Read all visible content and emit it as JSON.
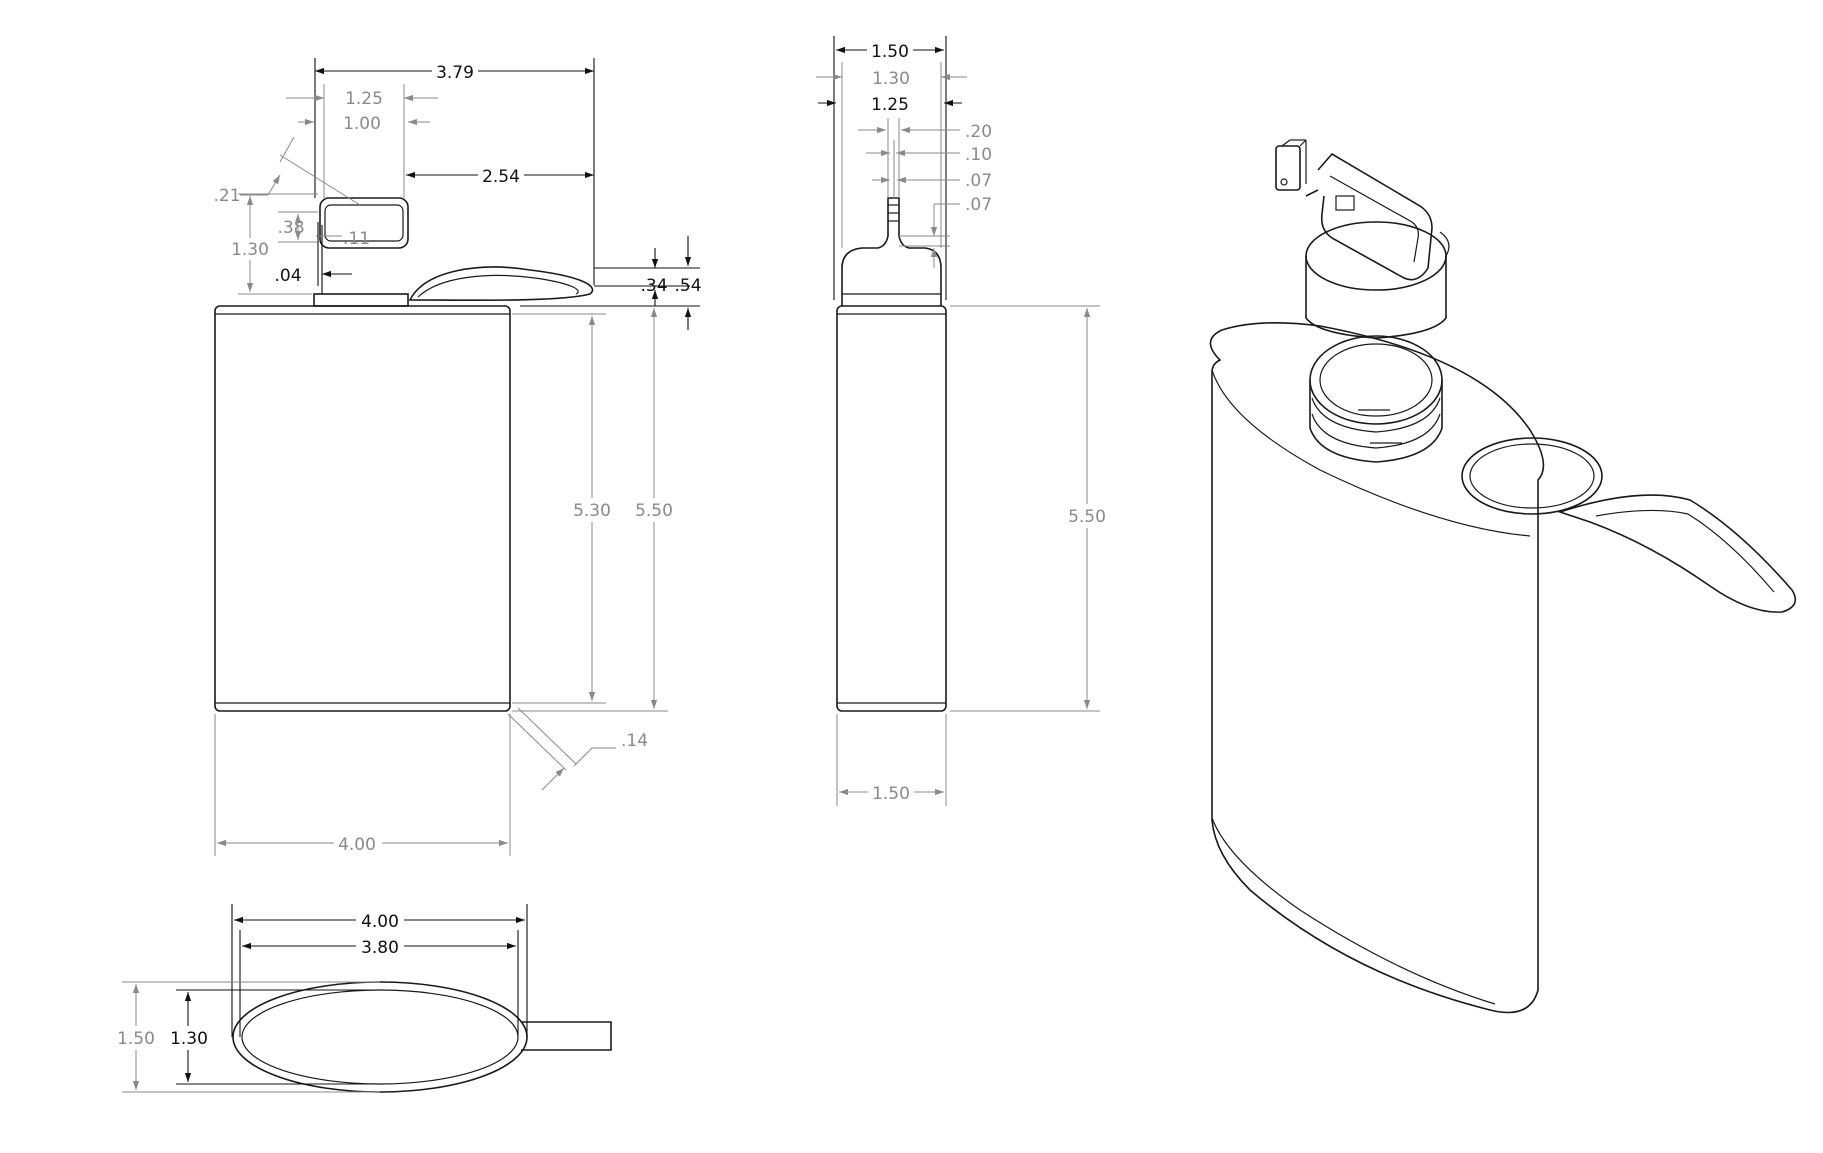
{
  "front_view": {
    "d_3_79": "3.79",
    "d_1_25": "1.25",
    "d_1_00": "1.00",
    "d_2_54": "2.54",
    "d_21": ".21",
    "d_38": ".38",
    "d_11": ".11",
    "d_1_30": "1.30",
    "d_04": ".04",
    "d_34": ".34",
    "d_54": ".54",
    "d_5_30": "5.30",
    "d_5_50": "5.50",
    "d_14": ".14",
    "d_4_00": "4.00"
  },
  "side_view": {
    "d_1_50_top": "1.50",
    "d_1_30": "1.30",
    "d_1_25": "1.25",
    "d_20": ".20",
    "d_10": ".10",
    "d_07a": ".07",
    "d_07b": ".07",
    "d_5_50": "5.50",
    "d_1_50_bottom": "1.50"
  },
  "top_view": {
    "d_4_00": "4.00",
    "d_3_80": "3.80",
    "d_1_50": "1.50",
    "d_1_30": "1.30"
  }
}
